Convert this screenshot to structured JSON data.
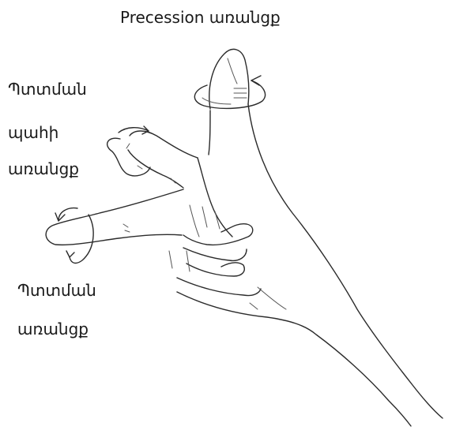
{
  "labels": {
    "precession_axis": "Precession առանցք",
    "angular_axis": [
      "Պտտման",
      "պահի",
      "առանցք"
    ],
    "rotation_axis": [
      "Պտտման",
      "առանցք"
    ]
  },
  "ink_color": "#2b2b2b"
}
